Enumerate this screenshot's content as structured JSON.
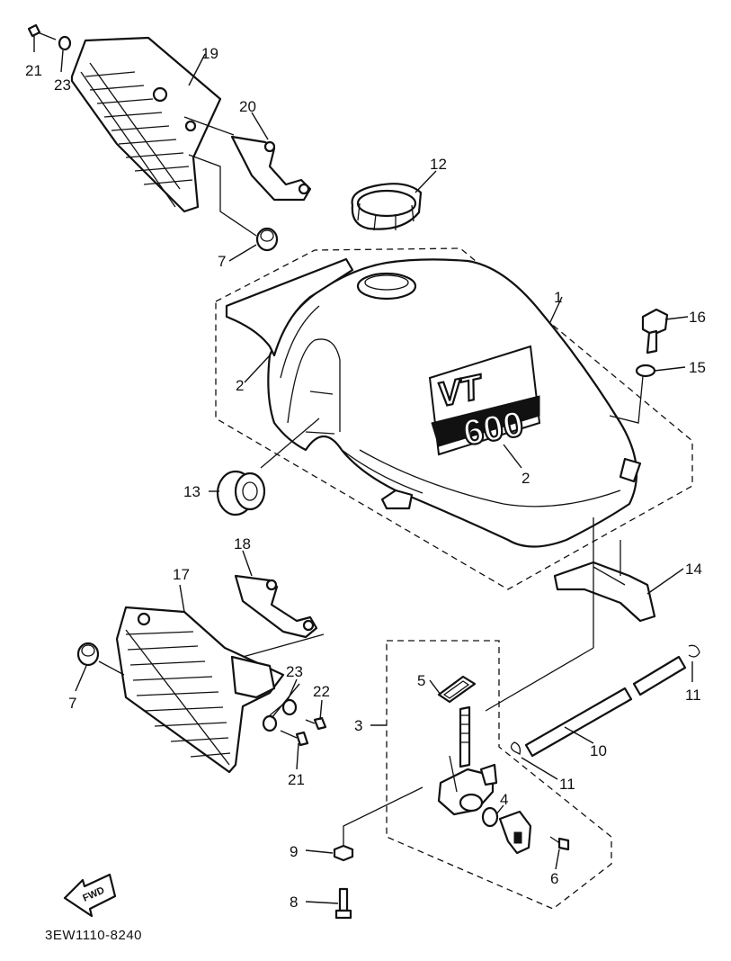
{
  "callouts": [
    {
      "id": "c1",
      "text": "1"
    },
    {
      "id": "c2a",
      "text": "2"
    },
    {
      "id": "c2b",
      "text": "2"
    },
    {
      "id": "c3",
      "text": "3"
    },
    {
      "id": "c4",
      "text": "4"
    },
    {
      "id": "c5",
      "text": "5"
    },
    {
      "id": "c6",
      "text": "6"
    },
    {
      "id": "c7a",
      "text": "7"
    },
    {
      "id": "c7b",
      "text": "7"
    },
    {
      "id": "c8",
      "text": "8"
    },
    {
      "id": "c9",
      "text": "9"
    },
    {
      "id": "c10",
      "text": "10"
    },
    {
      "id": "c11a",
      "text": "11"
    },
    {
      "id": "c11b",
      "text": "11"
    },
    {
      "id": "c12",
      "text": "12"
    },
    {
      "id": "c13",
      "text": "13"
    },
    {
      "id": "c14",
      "text": "14"
    },
    {
      "id": "c15",
      "text": "15"
    },
    {
      "id": "c16",
      "text": "16"
    },
    {
      "id": "c17",
      "text": "17"
    },
    {
      "id": "c18",
      "text": "18"
    },
    {
      "id": "c19",
      "text": "19"
    },
    {
      "id": "c20",
      "text": "20"
    },
    {
      "id": "c21a",
      "text": "21"
    },
    {
      "id": "c21b",
      "text": "21"
    },
    {
      "id": "c22",
      "text": "22"
    },
    {
      "id": "c23a",
      "text": "23"
    },
    {
      "id": "c23b",
      "text": "23"
    }
  ],
  "tank_badge": {
    "line1": "VT",
    "line2": "600"
  },
  "fwd_arrow": {
    "text": "FWD"
  },
  "diagram_code": "3EW1110-8240"
}
